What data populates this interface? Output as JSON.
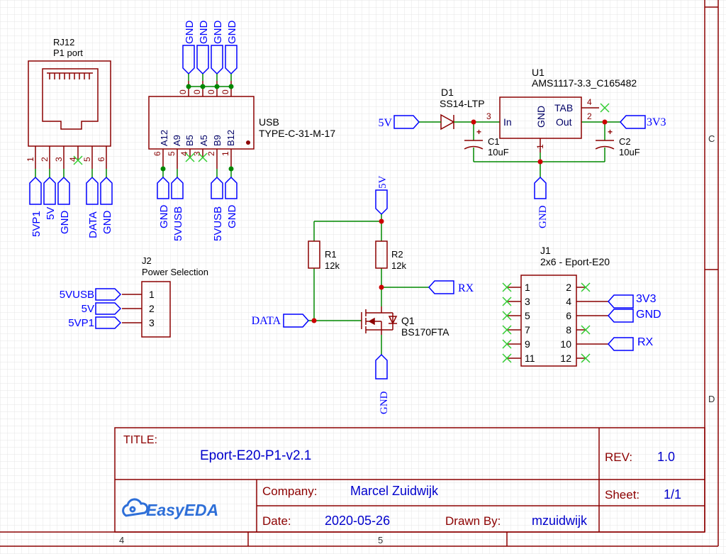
{
  "rj12": {
    "ref": "RJ12",
    "name": "P1 port",
    "pins": [
      "1",
      "2",
      "3",
      "4",
      "5",
      "6"
    ],
    "nets": [
      "5VP1",
      "5V",
      "GND",
      "DATA",
      "GND"
    ]
  },
  "usb": {
    "ref": "USB",
    "name": "TYPE-C-31-M-17",
    "top_pins": [
      "0",
      "0",
      "0",
      "0"
    ],
    "top_nets": [
      "GND",
      "GND",
      "GND",
      "GND"
    ],
    "side_pins": [
      "A12",
      "A9",
      "B5",
      "A5",
      "B9",
      "B12"
    ],
    "bottom_pins": [
      "6",
      "5",
      "4",
      "3",
      "2",
      "1"
    ],
    "bottom_nets": [
      "GND",
      "5VUSB",
      "5VUSB",
      "GND"
    ]
  },
  "j2": {
    "ref": "J2",
    "name": "Power Selection",
    "pins": [
      "1",
      "2",
      "3"
    ],
    "nets": [
      "5VUSB",
      "5V",
      "5VP1"
    ]
  },
  "d1": {
    "ref": "D1",
    "name": "SS14-LTP"
  },
  "u1": {
    "ref": "U1",
    "name": "AMS1117-3.3_C165482",
    "in_label": "In",
    "gnd_label": "GND",
    "tab_label": "TAB",
    "out_label": "Out",
    "pin_in": "3",
    "pin_tab": "4",
    "pin_out": "2",
    "pin_gnd": "1"
  },
  "c1": {
    "ref": "C1",
    "value": "10uF"
  },
  "c2": {
    "ref": "C2",
    "value": "10uF"
  },
  "r1": {
    "ref": "R1",
    "value": "12k"
  },
  "r2": {
    "ref": "R2",
    "value": "12k"
  },
  "q1": {
    "ref": "Q1",
    "name": "BS170FTA"
  },
  "j1": {
    "ref": "J1",
    "name": "2x6 - Eport-E20",
    "left_pins": [
      "1",
      "3",
      "5",
      "7",
      "9",
      "11"
    ],
    "right_pins": [
      "2",
      "4",
      "6",
      "8",
      "10",
      "12"
    ]
  },
  "nets": {
    "n5v": "5V",
    "n3v3": "3V3",
    "gnd": "GND",
    "rx": "RX",
    "data": "DATA",
    "rx2": "RX",
    "v3v3b": "3V3",
    "gndb": "GND"
  },
  "titleblock": {
    "title_label": "TITLE:",
    "title": "Eport-E20-P1-v2.1",
    "rev_label": "REV:",
    "rev": "1.0",
    "company_label": "Company:",
    "company": "Marcel Zuidwijk",
    "sheet_label": "Sheet:",
    "sheet": "1/1",
    "date_label": "Date:",
    "date": "2020-05-26",
    "drawn_label": "Drawn By:",
    "drawn": "mzuidwijk",
    "logo": "EasyEDA"
  },
  "frame": {
    "row_c": "C",
    "row_d": "D",
    "col_4": "4",
    "col_5": "5"
  },
  "colors": {
    "wire": "#008800",
    "part": "#8c0000",
    "net": "#0000ff",
    "pin": "#880000",
    "noconn": "#33cc33",
    "frame": "#8c0000",
    "grid": "#e6e6e6"
  }
}
